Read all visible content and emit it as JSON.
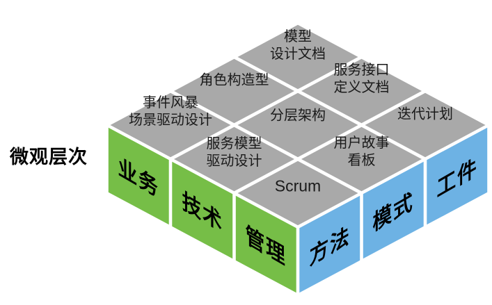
{
  "axis_label": "微观层次",
  "colors": {
    "top_face": "#a9a9a9",
    "left_face": "#76be47",
    "right_face": "#6db2e4",
    "background": "#ffffff",
    "tile_text": "#1a1a1a",
    "face_text": "#000000"
  },
  "top_tiles": {
    "model_design_doc": "模型\n设计文档",
    "role_stereotype": "角色构造型",
    "service_interface_doc": "服务接口\n定义文档",
    "event_storming": "事件风暴\n场景驱动设计",
    "layered_architecture": "分层架构",
    "iteration_plan": "迭代计划",
    "service_model_driven": "服务模型\n驱动设计",
    "user_story_kanban": "用户故事\n看板",
    "scrum": "Scrum"
  },
  "left_faces": {
    "business": "业务",
    "technology": "技术",
    "management": "管理"
  },
  "right_faces": {
    "method": "方法",
    "pattern": "模式",
    "artifact": "工件"
  }
}
